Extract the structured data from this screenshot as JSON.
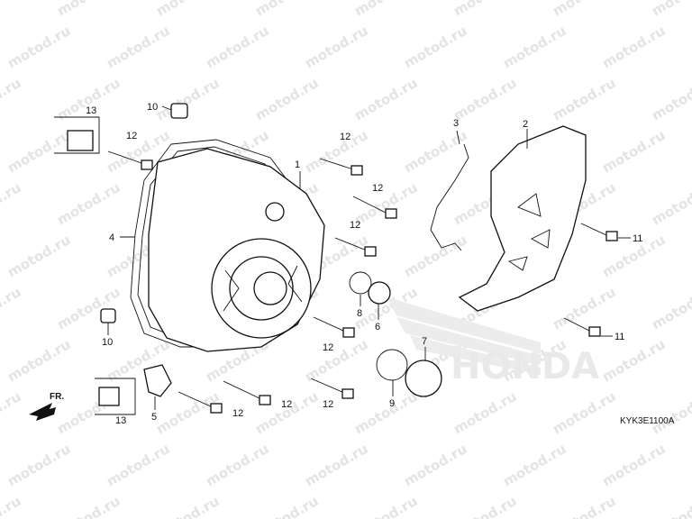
{
  "watermark": "motod.ru",
  "diagram_code": "KYK3E1100A",
  "direction_label": "FR.",
  "brand_graphic": "HONDA",
  "callouts": {
    "c1": "1",
    "c2": "2",
    "c3": "3",
    "c4": "4",
    "c5": "5",
    "c6": "6",
    "c7": "7",
    "c8": "8",
    "c9": "9",
    "c10a": "10",
    "c10b": "10",
    "c11a": "11",
    "c11b": "11",
    "c12a": "12",
    "c12b": "12",
    "c12c": "12",
    "c12d": "12",
    "c12e": "12",
    "c12f": "12",
    "c12g": "12",
    "c12h": "12",
    "c13a": "13",
    "c13b": "13"
  }
}
